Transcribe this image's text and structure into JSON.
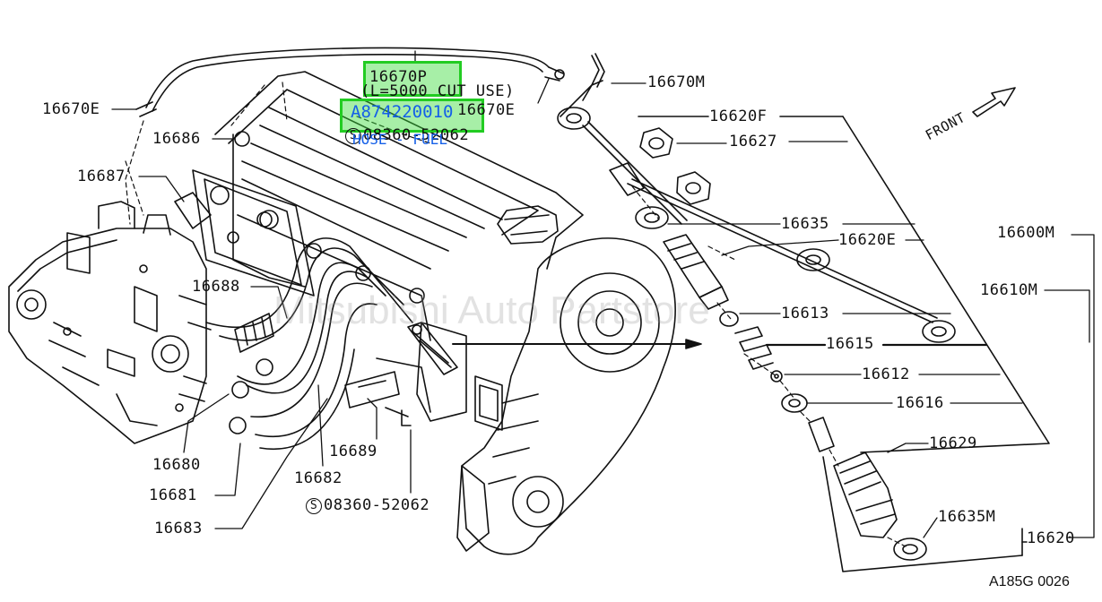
{
  "labels": {
    "p16670P": "16670P",
    "cut_use": "(L=5000 CUT USE)",
    "p16670M": "16670M",
    "p16670E_left": "16670E",
    "p16670E_right": "16670E",
    "p08360_top": "08360-52062",
    "p16686": "16686",
    "p16687": "16687",
    "p16688": "16688",
    "p16680": "16680",
    "p16681": "16681",
    "p16683": "16683",
    "p16682": "16682",
    "p16689": "16689",
    "p08360_bottom": "08360-52062",
    "p16620F": "16620F",
    "p16627": "16627",
    "p16635": "16635",
    "p16620E": "16620E",
    "p16613": "16613",
    "p16615": "16615",
    "p16612": "16612",
    "p16616": "16616",
    "p16629": "16629",
    "p16635M": "16635M",
    "p16620": "16620",
    "p16600M": "16600M",
    "p16610M": "16610M",
    "front": "FRONT",
    "s_mark": "S",
    "ref": "A185G 0026"
  },
  "overlay": {
    "part_link": "A874220010",
    "part_name": "HOSE - FUEL",
    "highlight_color": "#22cc22",
    "link_color": "#1560e8"
  },
  "watermark": "Mitsubishi Auto Partstore"
}
